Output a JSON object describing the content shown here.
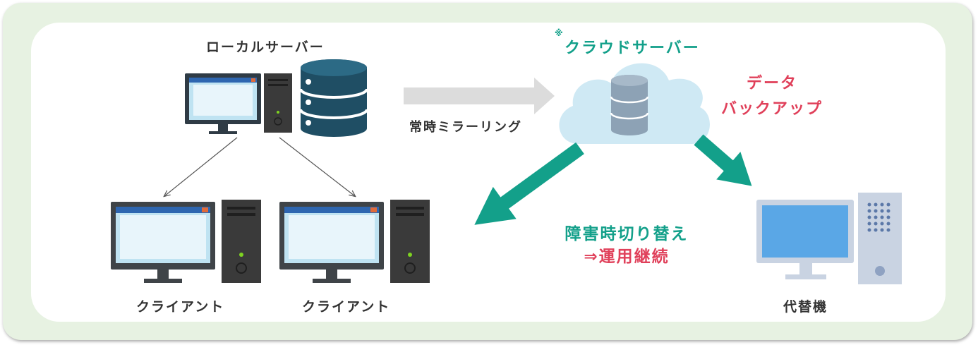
{
  "labels": {
    "local_server": "ローカルサーバー",
    "cloud_mark": "※",
    "cloud_server": "クラウドサーバー",
    "mirroring": "常時ミラーリング",
    "backup_line1": "データ",
    "backup_line2": "バックアップ",
    "client_left": "クライアント",
    "client_right": "クライアント",
    "failover_line1": "障害時切り替え",
    "failover_line2": "⇒運用継続",
    "substitute": "代替機"
  },
  "colors": {
    "frame_bg": "#e7f2e2",
    "teal_accent": "#13a08a",
    "red_accent": "#e0405a",
    "db_dark": "#1f4e64",
    "cloud_fill": "#cfe9f4",
    "mirror_arrow": "#dcdcdc",
    "substitute_blue": "#5aa7e6"
  },
  "icons": {
    "local_server": "desktop-with-tower-and-database-icon",
    "cloud": "cloud-database-icon",
    "client": "desktop-computer-icon",
    "substitute": "light-blue-desktop-icon"
  }
}
